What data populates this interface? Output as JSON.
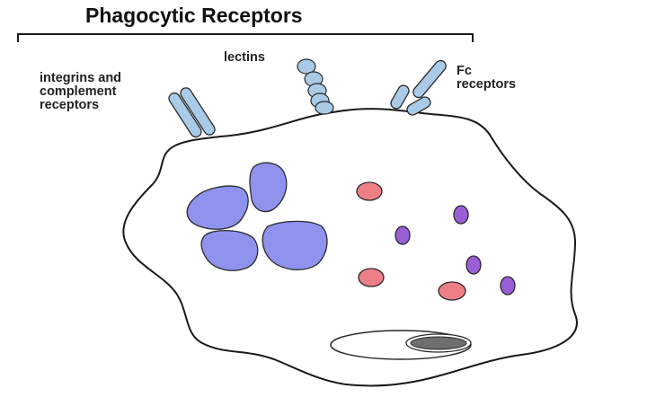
{
  "title": "Phagocytic Receptors",
  "labels": {
    "integrins": [
      "integrins and",
      "complement",
      "receptors"
    ],
    "lectins": "lectins",
    "fc": [
      "Fc",
      "receptors"
    ]
  },
  "colors": {
    "receptor": "#a9cbe8",
    "nucleus": "#8f93ee",
    "granule_red": "#ef7f87",
    "granule_purple": "#9a5fd6",
    "phagosome_dark": "#6e6e6e",
    "outline": "#1a1a1a"
  }
}
